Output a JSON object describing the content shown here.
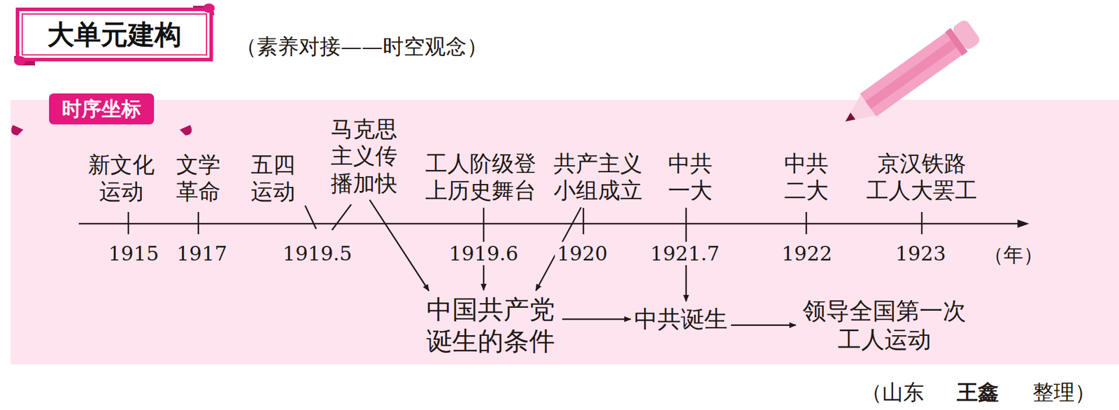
{
  "diagram": {
    "title": "大单元建构",
    "nodes": [
      {
        "text": [
          "时序坐标"
        ]
      },
      {
        "text": [
          "新文化 运动"
        ]
      },
      {
        "text": [
          "文学 革命"
        ]
      },
      {
        "text": [
          "五四 运动"
        ]
      },
      {
        "text": [
          "马克思 主义传 播加快"
        ]
      },
      {
        "text": [
          "工人阶级登 上历史舞台"
        ]
      },
      {
        "text": [
          "共产主义 小组成立"
        ]
      },
      {
        "text": [
          "中共 一大"
        ]
      },
      {
        "text": [
          "中共 二大"
        ]
      },
      {
        "text": [
          "京汉铁路 工人大罢工"
        ]
      },
      {
        "text": [
          "中国共产党 诞生的条件"
        ]
      },
      {
        "text": [
          "中共诞生"
        ]
      },
      {
        "text": [
          "领导全国第一次 工人运动"
        ]
      }
    ],
    "edges": [
      {
        "from": 4,
        "to": 10,
        "arrow": "to"
      },
      {
        "from": 5,
        "to": 10,
        "arrow": "to"
      },
      {
        "from": 6,
        "to": 10,
        "arrow": "to"
      },
      {
        "from": 7,
        "to": 11,
        "arrow": "to"
      },
      {
        "from": 10,
        "to": 11,
        "arrow": "to"
      },
      {
        "from": 11,
        "to": 12,
        "arrow": "to"
      }
    ],
    "labels": [
      "（素养对接——时空观念）",
      "1915",
      "1917",
      "1919.5",
      "1919.6",
      "1920",
      "1921.7",
      "1922",
      "1923",
      "（年）",
      "（山东",
      "王鑫",
      "整理）"
    ]
  }
}
